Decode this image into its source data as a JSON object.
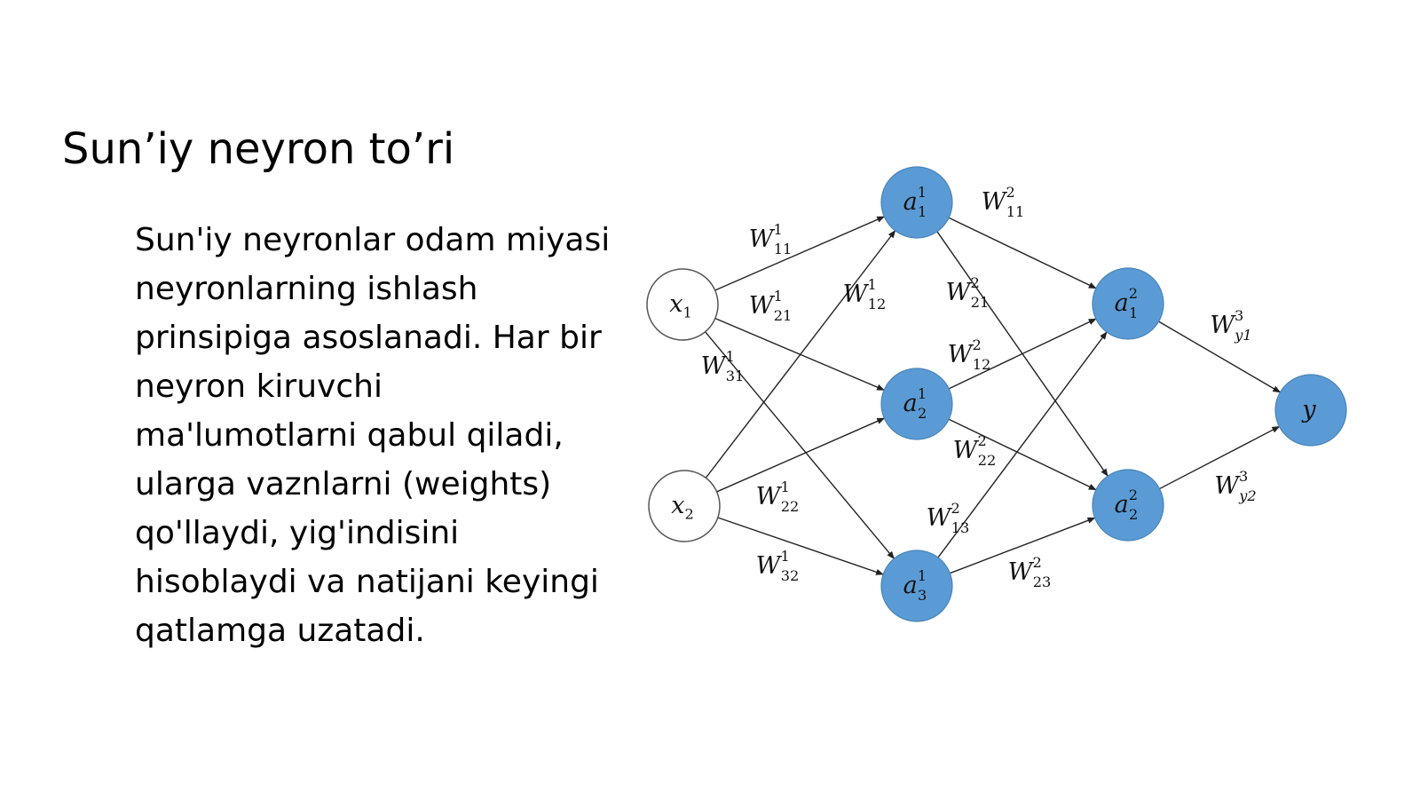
{
  "slide": {
    "title": "Sun’iy neyron to’ri",
    "body_lines": [
      "Sun'iy neyronlar odam miyasi",
      "neyronlarning ishlash",
      "prinsipiga asoslanadi. Har bir",
      "neyron kiruvchi",
      "ma'lumotlarni qabul qiladi,",
      "ularga vaznlarni (weights)",
      "qo'llaydi, yig'indisini",
      "hisoblaydi va natijani keyingi",
      "qatlamga uzatadi."
    ]
  },
  "colors": {
    "hidden_node_fill": "#5b9bd5",
    "hidden_node_stroke": "#4a84b8",
    "input_node_fill": "#ffffff",
    "input_node_stroke": "#555555",
    "edge": "#222222"
  },
  "network": {
    "nodes": {
      "x1": {
        "base": "x",
        "sub": "1",
        "sup": "",
        "kind": "input"
      },
      "x2": {
        "base": "x",
        "sub": "2",
        "sup": "",
        "kind": "input"
      },
      "a11": {
        "base": "a",
        "sub": "1",
        "sup": "1",
        "kind": "hidden"
      },
      "a21": {
        "base": "a",
        "sub": "2",
        "sup": "1",
        "kind": "hidden"
      },
      "a31": {
        "base": "a",
        "sub": "3",
        "sup": "1",
        "kind": "hidden"
      },
      "a12": {
        "base": "a",
        "sub": "1",
        "sup": "2",
        "kind": "hidden"
      },
      "a22": {
        "base": "a",
        "sub": "2",
        "sup": "2",
        "kind": "hidden"
      },
      "y": {
        "base": "y",
        "sub": "",
        "sup": "",
        "kind": "output"
      }
    },
    "edges": [
      {
        "from": "x1",
        "to": "a11",
        "weight": {
          "base": "W",
          "sub": "11",
          "sup": "1"
        }
      },
      {
        "from": "x1",
        "to": "a21",
        "weight": {
          "base": "W",
          "sub": "21",
          "sup": "1"
        }
      },
      {
        "from": "x1",
        "to": "a31",
        "weight": {
          "base": "W",
          "sub": "31",
          "sup": "1"
        }
      },
      {
        "from": "x2",
        "to": "a11",
        "weight": {
          "base": "W",
          "sub": "12",
          "sup": "1"
        }
      },
      {
        "from": "x2",
        "to": "a21",
        "weight": {
          "base": "W",
          "sub": "22",
          "sup": "1"
        }
      },
      {
        "from": "x2",
        "to": "a31",
        "weight": {
          "base": "W",
          "sub": "32",
          "sup": "1"
        }
      },
      {
        "from": "a11",
        "to": "a12",
        "weight": {
          "base": "W",
          "sub": "11",
          "sup": "2"
        }
      },
      {
        "from": "a11",
        "to": "a22",
        "weight": {
          "base": "W",
          "sub": "21",
          "sup": "2"
        }
      },
      {
        "from": "a21",
        "to": "a12",
        "weight": {
          "base": "W",
          "sub": "12",
          "sup": "2"
        }
      },
      {
        "from": "a21",
        "to": "a22",
        "weight": {
          "base": "W",
          "sub": "22",
          "sup": "2"
        }
      },
      {
        "from": "a31",
        "to": "a12",
        "weight": {
          "base": "W",
          "sub": "13",
          "sup": "2"
        }
      },
      {
        "from": "a31",
        "to": "a22",
        "weight": {
          "base": "W",
          "sub": "23",
          "sup": "2"
        }
      },
      {
        "from": "a12",
        "to": "y",
        "weight": {
          "base": "W",
          "sub": "y1",
          "sup": "3"
        }
      },
      {
        "from": "a22",
        "to": "y",
        "weight": {
          "base": "W",
          "sub": "y2",
          "sup": "3"
        }
      }
    ]
  }
}
